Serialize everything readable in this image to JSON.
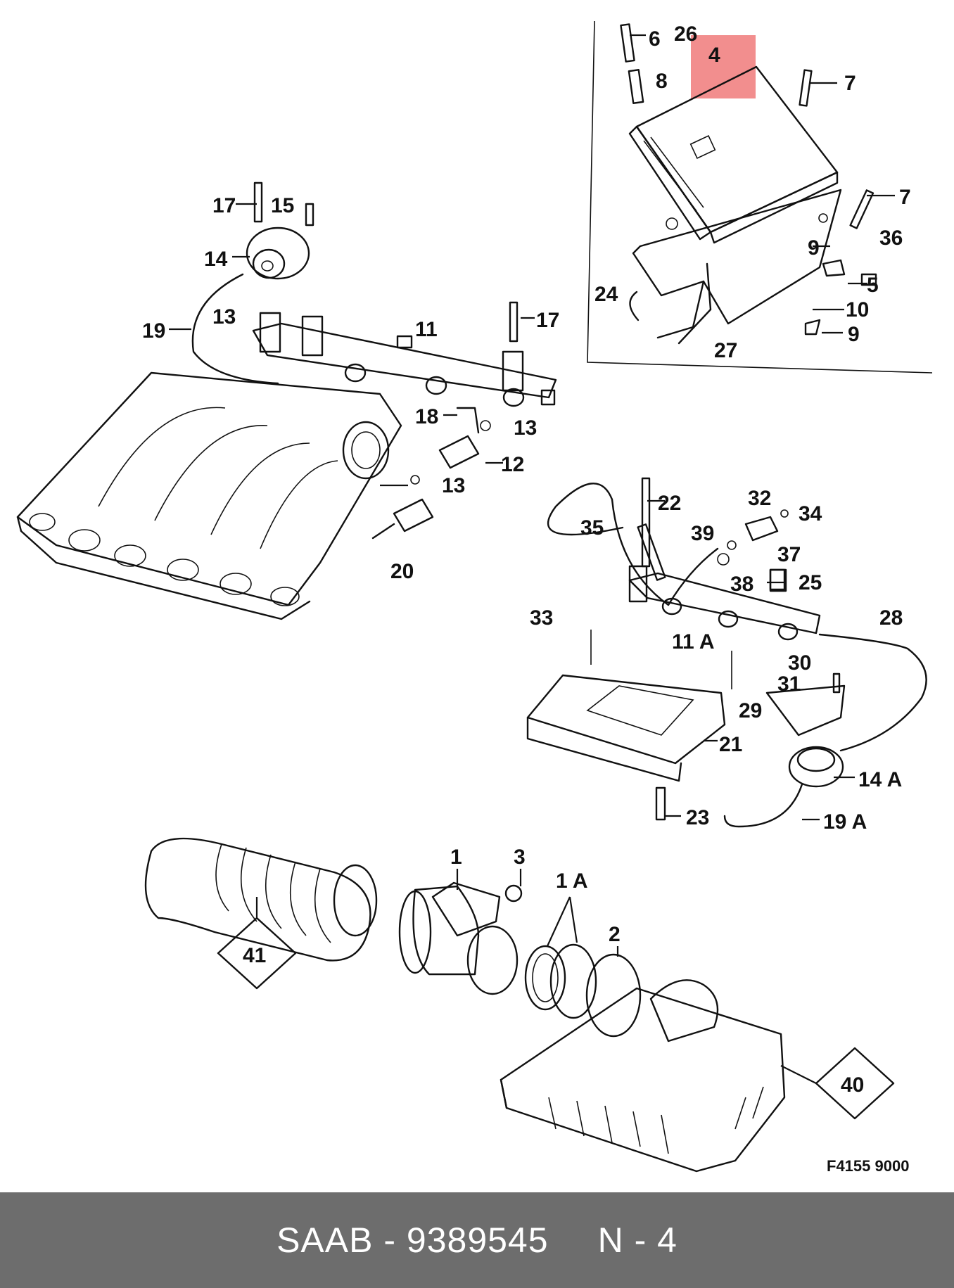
{
  "diagram": {
    "callouts": {
      "c6": "6",
      "c26": "26",
      "c4": "4",
      "c8": "8",
      "c7a": "7",
      "c7b": "7",
      "c9a": "9",
      "c36": "36",
      "c5": "5",
      "c24": "24",
      "c10": "10",
      "c9b": "9",
      "c27": "27",
      "c17a": "17",
      "c15": "15",
      "c14": "14",
      "c13a": "13",
      "c19": "19",
      "c11": "11",
      "c17b": "17",
      "c18": "18",
      "c13b": "13",
      "c12": "12",
      "c13c": "13",
      "c20": "20",
      "c22": "22",
      "c32": "32",
      "c34": "34",
      "c35": "35",
      "c39": "39",
      "c37": "37",
      "c38": "38",
      "c25": "25",
      "c33": "33",
      "c11a": "11 A",
      "c28": "28",
      "c30": "30",
      "c31": "31",
      "c29": "29",
      "c21": "21",
      "c14a": "14 A",
      "c23": "23",
      "c19a": "19 A",
      "c1": "1",
      "c3": "3",
      "c1a": "1 A",
      "c2": "2",
      "c41": "41",
      "c40": "40"
    },
    "figure_code": "F4155 9000",
    "highlight_color": "#f07a7a"
  },
  "footer": {
    "brand_part": "SAAB - 9389545",
    "position": "N - 4"
  }
}
